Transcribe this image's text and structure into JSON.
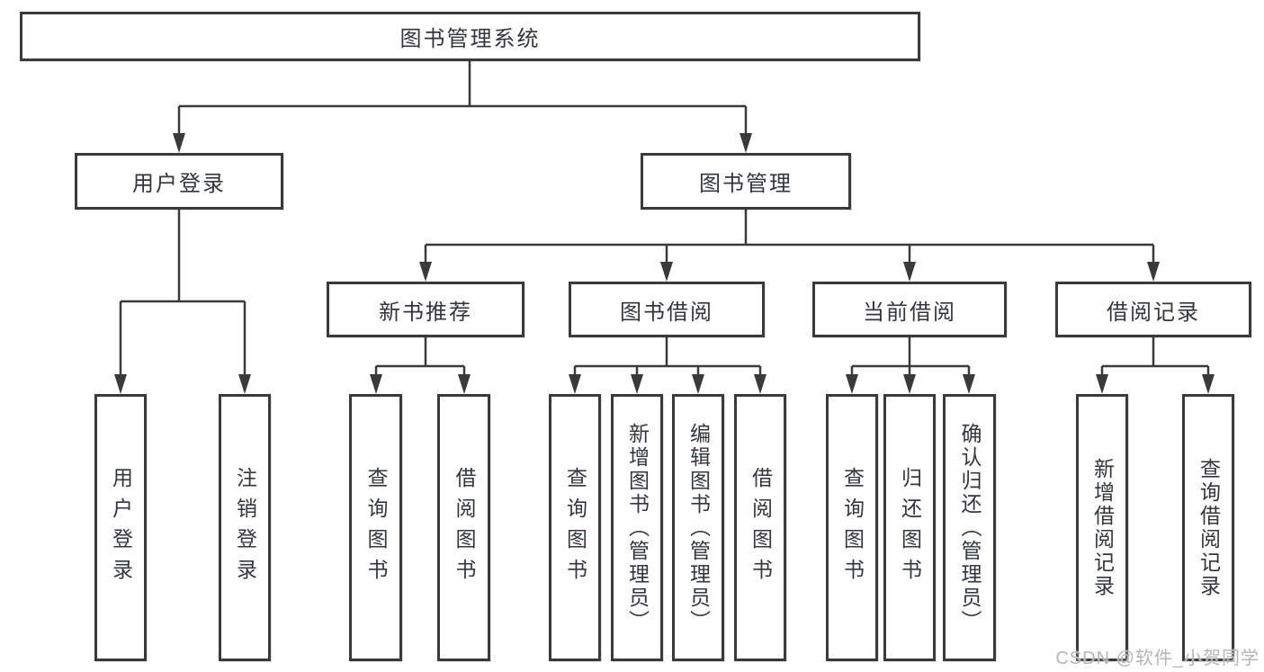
{
  "root": {
    "label": "图书管理系统"
  },
  "level1": [
    {
      "label": "用户登录"
    },
    {
      "label": "图书管理"
    }
  ],
  "level2": [
    {
      "label": "新书推荐"
    },
    {
      "label": "图书借阅"
    },
    {
      "label": "当前借阅"
    },
    {
      "label": "借阅记录"
    }
  ],
  "leaves": [
    {
      "label": "用户登录"
    },
    {
      "label": "注销登录"
    },
    {
      "label": "查询图书"
    },
    {
      "label": "借阅图书"
    },
    {
      "label": "查询图书"
    },
    {
      "label": "新增图书（管理员）"
    },
    {
      "label": "编辑图书（管理员）"
    },
    {
      "label": "借阅图书"
    },
    {
      "label": "查询图书"
    },
    {
      "label": "归还图书"
    },
    {
      "label": "确认归还（管理员）"
    },
    {
      "label": "新增借阅记录"
    },
    {
      "label": "查询借阅记录"
    }
  ],
  "watermark": "CSDN @软件_小贺同学",
  "colors": {
    "line": "#3a3a3a",
    "text": "#33373d",
    "watermark": "#b5b5b5",
    "background": "#ffffff"
  }
}
